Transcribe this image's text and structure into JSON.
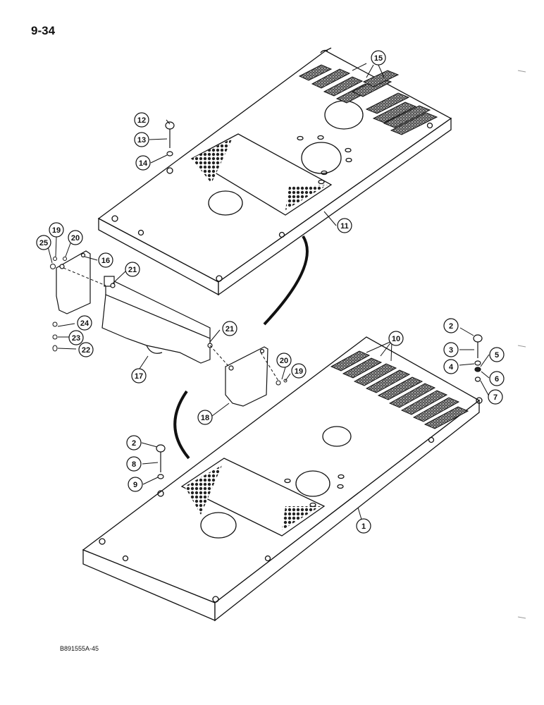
{
  "page_number": "9-34",
  "figure_code": "B891555A-45",
  "callouts": [
    {
      "id": "c1",
      "label": "1"
    },
    {
      "id": "c2a",
      "label": "2"
    },
    {
      "id": "c2b",
      "label": "2"
    },
    {
      "id": "c3",
      "label": "3"
    },
    {
      "id": "c4",
      "label": "4"
    },
    {
      "id": "c5",
      "label": "5"
    },
    {
      "id": "c6",
      "label": "6"
    },
    {
      "id": "c7",
      "label": "7"
    },
    {
      "id": "c8",
      "label": "8"
    },
    {
      "id": "c9",
      "label": "9"
    },
    {
      "id": "c10",
      "label": "10"
    },
    {
      "id": "c11",
      "label": "11"
    },
    {
      "id": "c12",
      "label": "12"
    },
    {
      "id": "c13",
      "label": "13"
    },
    {
      "id": "c14",
      "label": "14"
    },
    {
      "id": "c15",
      "label": "15"
    },
    {
      "id": "c16",
      "label": "16"
    },
    {
      "id": "c17",
      "label": "17"
    },
    {
      "id": "c18",
      "label": "18"
    },
    {
      "id": "c19a",
      "label": "19"
    },
    {
      "id": "c19b",
      "label": "19"
    },
    {
      "id": "c20a",
      "label": "20"
    },
    {
      "id": "c20b",
      "label": "20"
    },
    {
      "id": "c21a",
      "label": "21"
    },
    {
      "id": "c21b",
      "label": "21"
    },
    {
      "id": "c22",
      "label": "22"
    },
    {
      "id": "c23",
      "label": "23"
    },
    {
      "id": "c24",
      "label": "24"
    },
    {
      "id": "c25",
      "label": "25"
    }
  ]
}
